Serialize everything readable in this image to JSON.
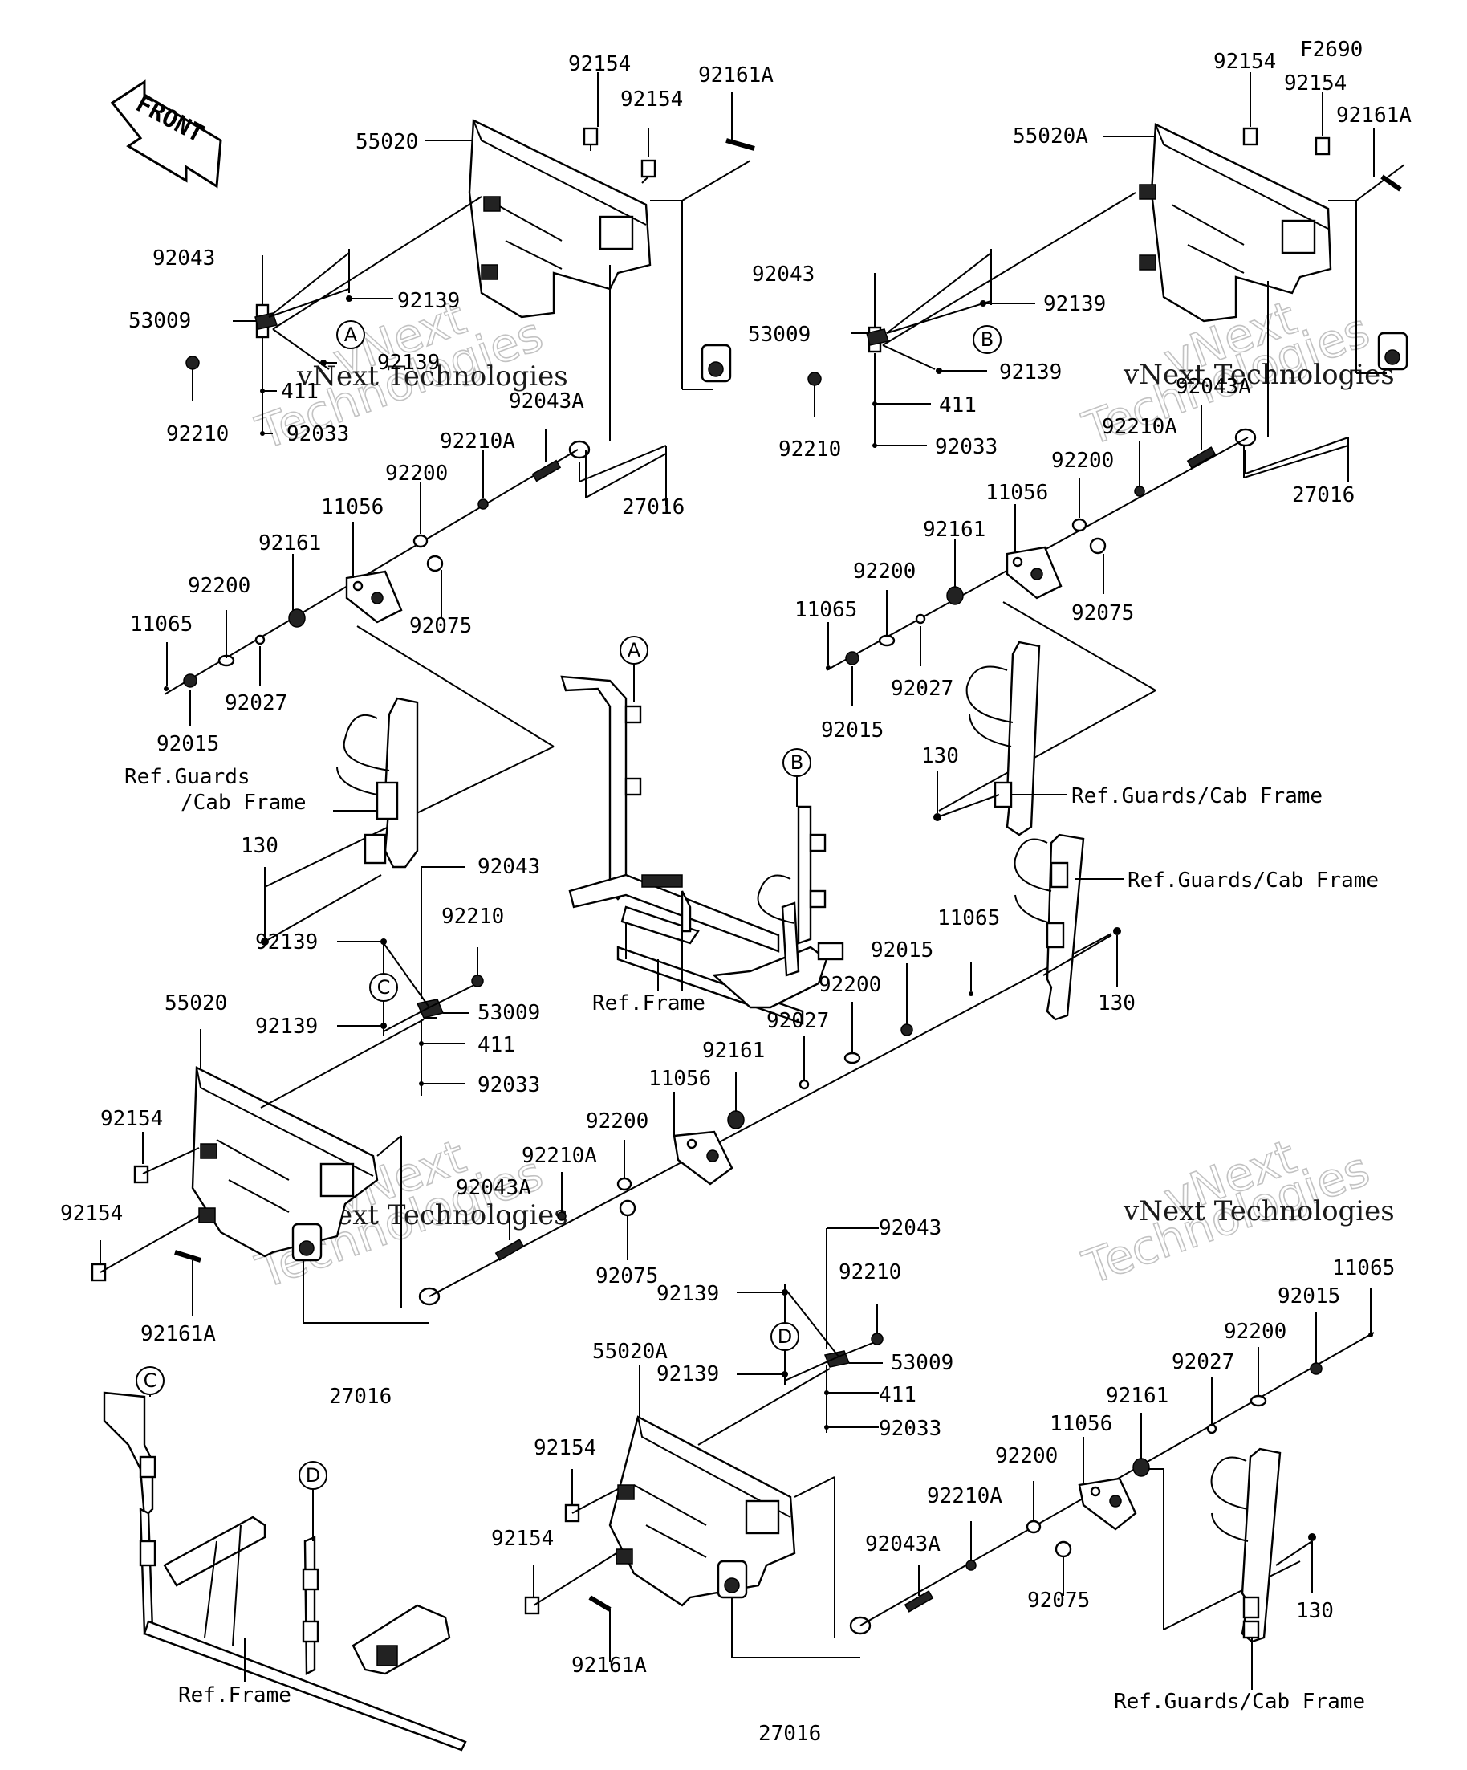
{
  "diagram_code": "F2690",
  "front_label": "FRONT",
  "watermark": {
    "line1": "vNext Technologies",
    "line2": "vNext",
    "line3": "Technologies"
  },
  "callouts": [
    "A",
    "B",
    "C",
    "D"
  ],
  "refs": {
    "guards": "Ref.Guards/Cab Frame",
    "guards_l1": "Ref.Guards",
    "guards_l2": "/Cab Frame",
    "frame": "Ref.Frame"
  },
  "parts": {
    "p92154": "92154",
    "p92161A": "92161A",
    "p55020": "55020",
    "p55020A": "55020A",
    "p92043": "92043",
    "p92043A": "92043A",
    "p53009": "53009",
    "p92139": "92139",
    "p411": "411",
    "p92033": "92033",
    "p92210": "92210",
    "p92210A": "92210A",
    "p92200": "92200",
    "p11056": "11056",
    "p92161": "92161",
    "p11065": "11065",
    "p92027": "92027",
    "p92015": "92015",
    "p92075": "92075",
    "p27016": "27016",
    "p130": "130"
  }
}
